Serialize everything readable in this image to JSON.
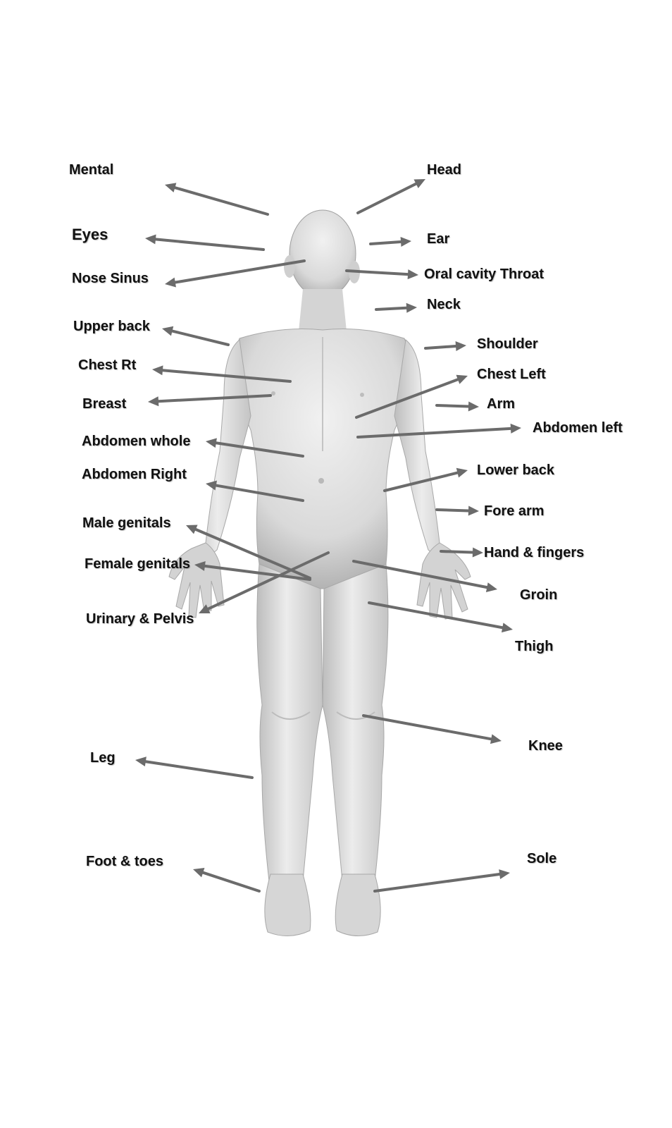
{
  "colors": {
    "arrow": "#6b6b6b",
    "text": "#111111",
    "skin_light": "#e8e8e8",
    "skin_mid": "#cfcfcf",
    "skin_dark": "#a9a9a9"
  },
  "labels": {
    "mental": "Mental",
    "head": "Head",
    "eyes": "Eyes",
    "ear": "Ear",
    "nose_sinus": "Nose Sinus",
    "oral_cavity_throat": "Oral cavity Throat",
    "neck": "Neck",
    "upper_back": "Upper back",
    "shoulder": "Shoulder",
    "chest_rt": "Chest Rt",
    "chest_left": "Chest Left",
    "breast": "Breast",
    "arm": "Arm",
    "abdomen_left": "Abdomen left",
    "abdomen_whole": "Abdomen whole",
    "abdomen_right": "Abdomen Right",
    "lower_back": "Lower back",
    "fore_arm": "Fore arm",
    "male_genitals": "Male genitals",
    "hand_fingers": "Hand & fingers",
    "female_genitals": "Female genitals",
    "groin": "Groin",
    "urinary_pelvis": "Urinary & Pelvis",
    "thigh": "Thigh",
    "knee": "Knee",
    "leg": "Leg",
    "foot_toes": "Foot & toes",
    "sole": "Sole"
  }
}
